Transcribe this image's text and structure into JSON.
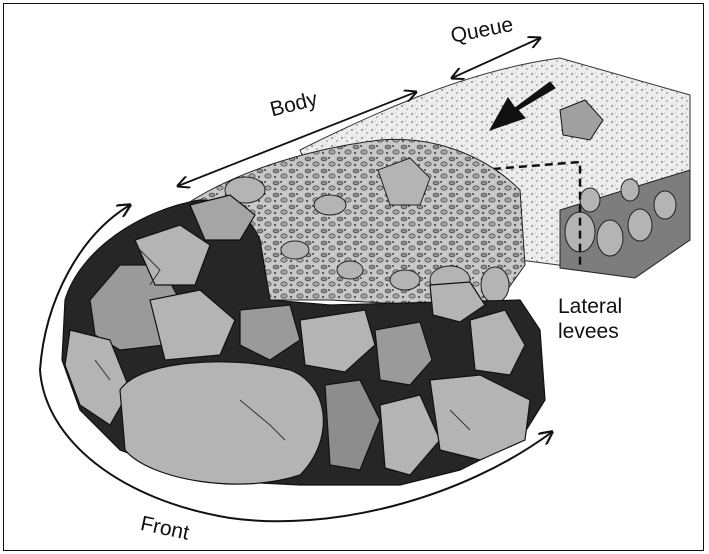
{
  "labels": {
    "queue": "Queue",
    "body": "Body",
    "lateral_line1": "Lateral",
    "lateral_line2": "levees",
    "front": "Front"
  },
  "colors": {
    "frame": "#111111",
    "boulder_fill": "#b4b4b4",
    "boulder_dark": "#8d8d8d",
    "matrix_dark": "#2a2a2a",
    "body_gravel": "#9a9a9a",
    "queue_fine": "#e6e6e6"
  }
}
